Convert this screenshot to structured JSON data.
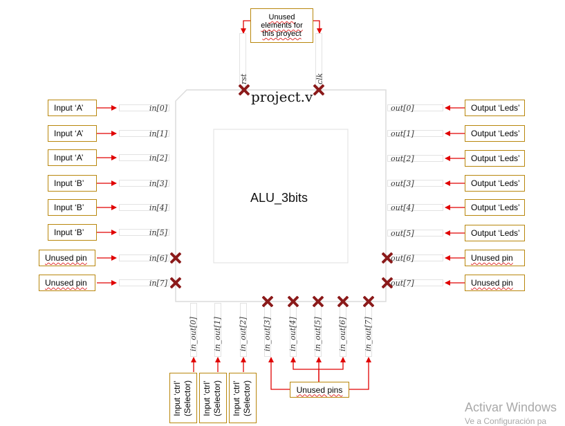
{
  "module": {
    "file_name": "project.v",
    "core_label": "ALU_3bits"
  },
  "top": {
    "note": "Unused elements for this proyect",
    "note_lines": [
      "Unused",
      "elements for",
      "this proyect"
    ],
    "pins": [
      {
        "name": "rst",
        "unused": true
      },
      {
        "name": "clk",
        "unused": true
      }
    ]
  },
  "left": [
    {
      "pin": "in[0]",
      "label": "Input ‘A’",
      "unused": false
    },
    {
      "pin": "in[1]",
      "label": "Input ‘A’",
      "unused": false
    },
    {
      "pin": "in[2]",
      "label": "Input ‘A’",
      "unused": false
    },
    {
      "pin": "in[3]",
      "label": "Input ‘B’",
      "unused": false
    },
    {
      "pin": "in[4]",
      "label": "Input ‘B’",
      "unused": false
    },
    {
      "pin": "in[5]",
      "label": "Input ‘B’",
      "unused": false
    },
    {
      "pin": "in[6]",
      "label": "Unused pin",
      "unused": true
    },
    {
      "pin": "in[7]",
      "label": "Unused pin",
      "unused": true
    }
  ],
  "right": [
    {
      "pin": "out[0]",
      "label": "Output ‘Leds’",
      "unused": false
    },
    {
      "pin": "out[1]",
      "label": "Output ‘Leds’",
      "unused": false
    },
    {
      "pin": "out[2]",
      "label": "Output ‘Leds’",
      "unused": false
    },
    {
      "pin": "out[3]",
      "label": "Output ‘Leds’",
      "unused": false
    },
    {
      "pin": "out[4]",
      "label": "Output ‘Leds’",
      "unused": false
    },
    {
      "pin": "out[5]",
      "label": "Output ‘Leds’",
      "unused": false
    },
    {
      "pin": "out[6]",
      "label": "Unused pin",
      "unused": true
    },
    {
      "pin": "out[7]",
      "label": "Unused pin",
      "unused": true
    }
  ],
  "bottom": {
    "pins": [
      {
        "pin": "in_out[0]",
        "unused": false
      },
      {
        "pin": "in_out[1]",
        "unused": false
      },
      {
        "pin": "in_out[2]",
        "unused": false
      },
      {
        "pin": "in_out[3]",
        "unused": true
      },
      {
        "pin": "in_out[4]",
        "unused": true
      },
      {
        "pin": "in_out[5]",
        "unused": true
      },
      {
        "pin": "in_out[6]",
        "unused": true
      },
      {
        "pin": "in_out[7]",
        "unused": true
      }
    ],
    "selector_boxes": [
      {
        "line1": "Input ‘ctrl’",
        "line2": "(Selector)"
      },
      {
        "line1": "Input ‘ctrl’",
        "line2": "(Selector)"
      },
      {
        "line1": "Input ‘ctrl’",
        "line2": "(Selector)"
      }
    ],
    "unused_label": "Unused pins"
  },
  "watermark": {
    "line1": "Activar Windows",
    "line2": "Ve a Configuración pa"
  },
  "colors": {
    "box_border": "#b8860b",
    "arrow": "#e00000",
    "x_mark": "#8b1a1a"
  }
}
